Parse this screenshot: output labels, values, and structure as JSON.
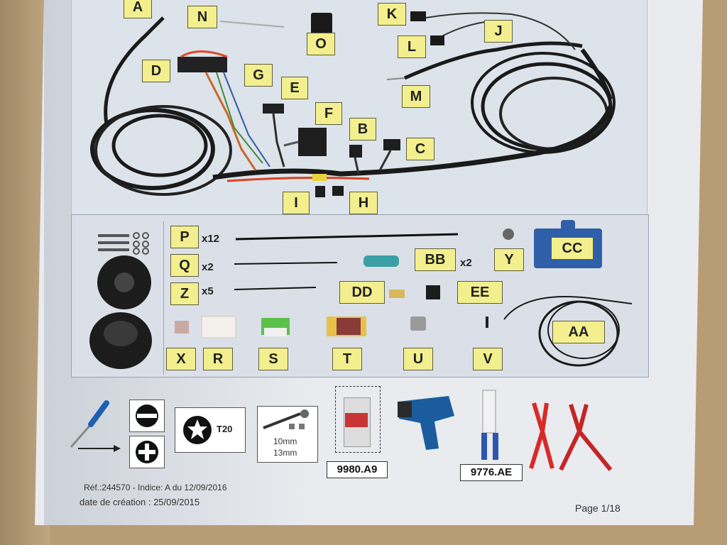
{
  "labels": {
    "A": "A",
    "N": "N",
    "O": "O",
    "K": "K",
    "L": "L",
    "J": "J",
    "D": "D",
    "G": "G",
    "E": "E",
    "M": "M",
    "F": "F",
    "B": "B",
    "C": "C",
    "I": "I",
    "H": "H",
    "P": "P",
    "Q": "Q",
    "Z": "Z",
    "X": "X",
    "R": "R",
    "S": "S",
    "T": "T",
    "U": "U",
    "V": "V",
    "BB": "BB",
    "DD": "DD",
    "EE": "EE",
    "Y": "Y",
    "CC": "CC",
    "AA": "AA"
  },
  "quantities": {
    "P": "x12",
    "Q": "x2",
    "Z": "x5",
    "BB": "x2"
  },
  "tools": {
    "torx": "T20",
    "socket_sizes": [
      "10mm",
      "13mm"
    ],
    "product_codes": [
      "9980.A9",
      "9776.AE"
    ]
  },
  "footer": {
    "reference": "Réf.:244570 - Indice: A du 12/09/2016",
    "creation_date": "date de création : 25/09/2015",
    "page": "Page 1/18"
  },
  "colors": {
    "label_bg": "#f3ef8e",
    "cable": "#1a1a1a",
    "cc_box": "#2f5fa8"
  }
}
